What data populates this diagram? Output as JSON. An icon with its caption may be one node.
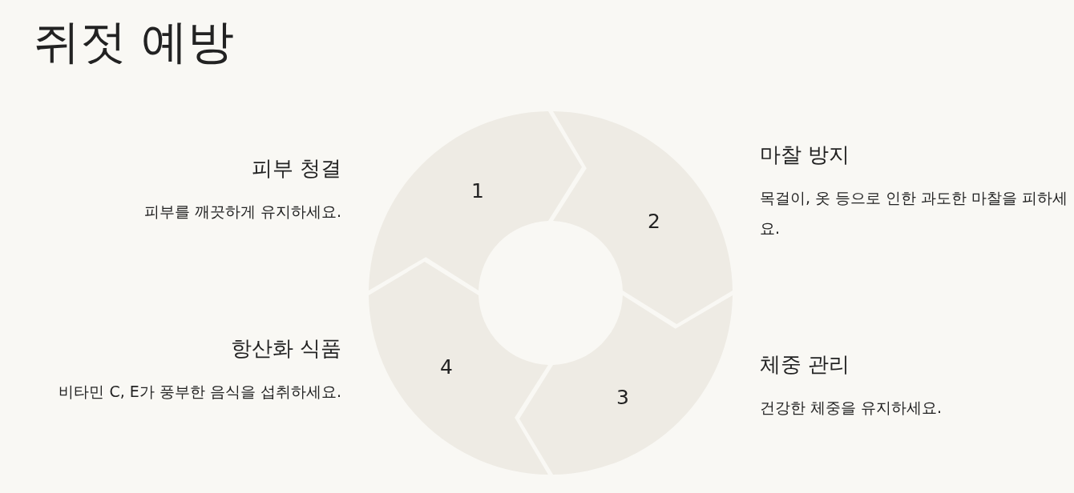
{
  "diagram": {
    "title": "쥐젓 예방",
    "nodes": [
      {
        "text": [
          "1"
        ],
        "beside": [
          "피부 청결",
          "피부를 깨끗하게 유지하세요."
        ]
      },
      {
        "text": [
          "2"
        ],
        "beside": [
          "마찰 방지",
          "목걸이, 옷 등으로 인한 과도한 마찰을 피하세요."
        ]
      },
      {
        "text": [
          "3"
        ],
        "beside": [
          "체중 관리",
          "건강한 체중을 유지하세요."
        ]
      },
      {
        "text": [
          "4"
        ],
        "beside": [
          "항산화 식품",
          "비타민 C, E가 풍부한 음식을 섭취하세요."
        ]
      }
    ]
  }
}
